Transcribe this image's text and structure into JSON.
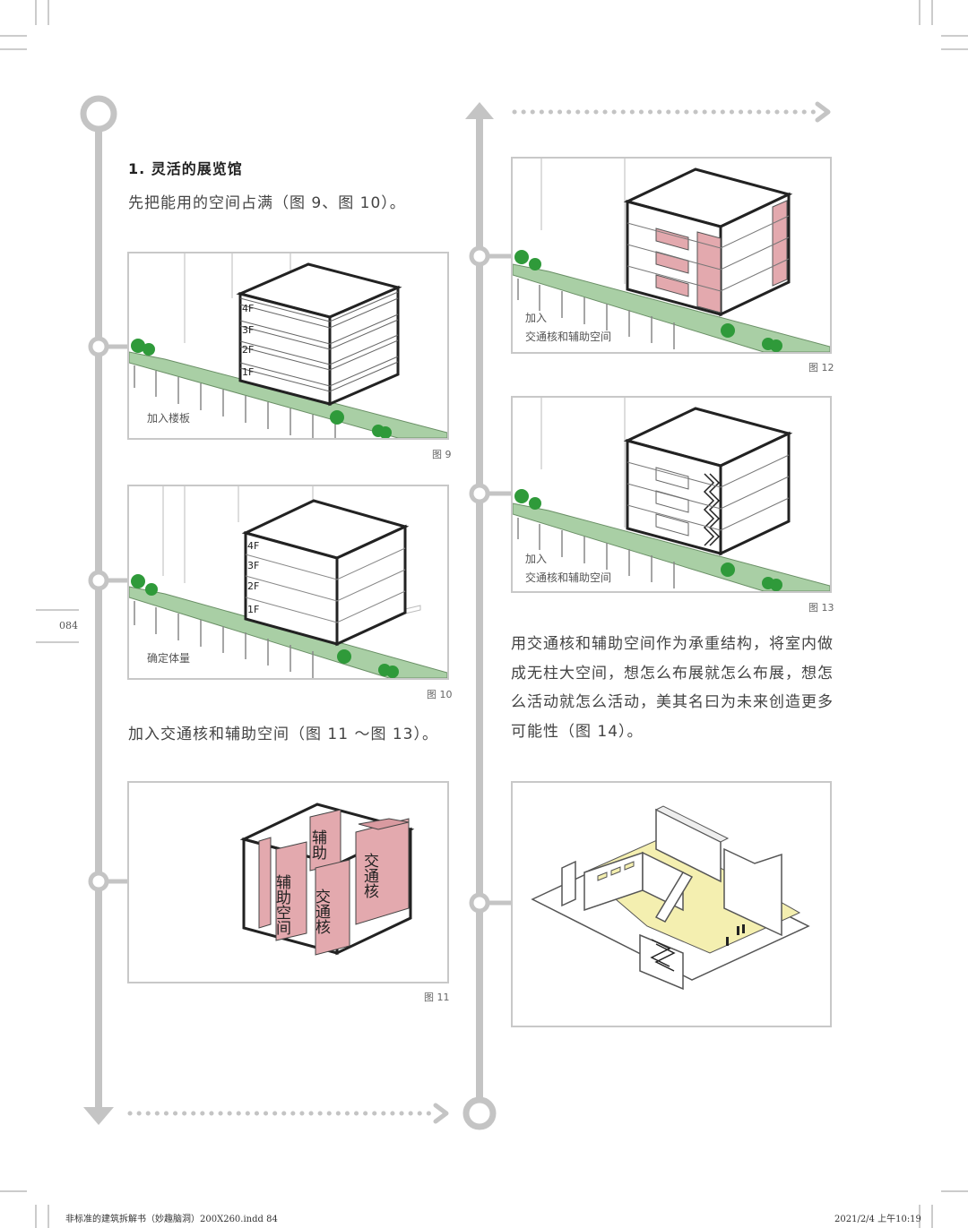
{
  "page_number": "084",
  "section_heading": "1. 灵活的展览馆",
  "intro_text": "先把能用的空间占满（图 9、图 10）。",
  "mid_text": "加入交通核和辅助空间（图 11 ～图 13）。",
  "right_paragraph": [
    "用交通核和辅助空间作为承重结构，将室内做",
    "成无柱大空间，想怎么布展就怎么布展，想怎",
    "么活动就怎么活动，美其名曰为未来创造更多",
    "可能性（图 14）。"
  ],
  "figures": {
    "fig9": {
      "caption": "图 9",
      "label": "加入楼板",
      "floors": [
        "4F",
        "3F",
        "2F",
        "1F"
      ]
    },
    "fig10": {
      "caption": "图 10",
      "label": "确定体量",
      "floors": [
        "4F",
        "3F",
        "2F",
        "1F"
      ]
    },
    "fig11": {
      "caption": "图 11",
      "aux_left": "辅助空间",
      "aux_top": "辅助",
      "core_front": "交通核",
      "core_back": "交通核"
    },
    "fig12": {
      "caption": "图 12",
      "label_line1": "加入",
      "label_line2": "交通核和辅助空间"
    },
    "fig13": {
      "caption": "图 13",
      "label_line1": "加入",
      "label_line2": "交通核和辅助空间"
    }
  },
  "footer": {
    "left": "非标准的建筑拆解书（妙趣脑洞）200X260.indd   84",
    "right": "2021/2/4   上午10:19"
  },
  "colors": {
    "timeline": "#c4c4c4",
    "accent_pink": "#e3a9ae",
    "green_path": "#a9cfa5",
    "tree": "#2f9a3a",
    "yellow_floor": "#f4efb0"
  }
}
